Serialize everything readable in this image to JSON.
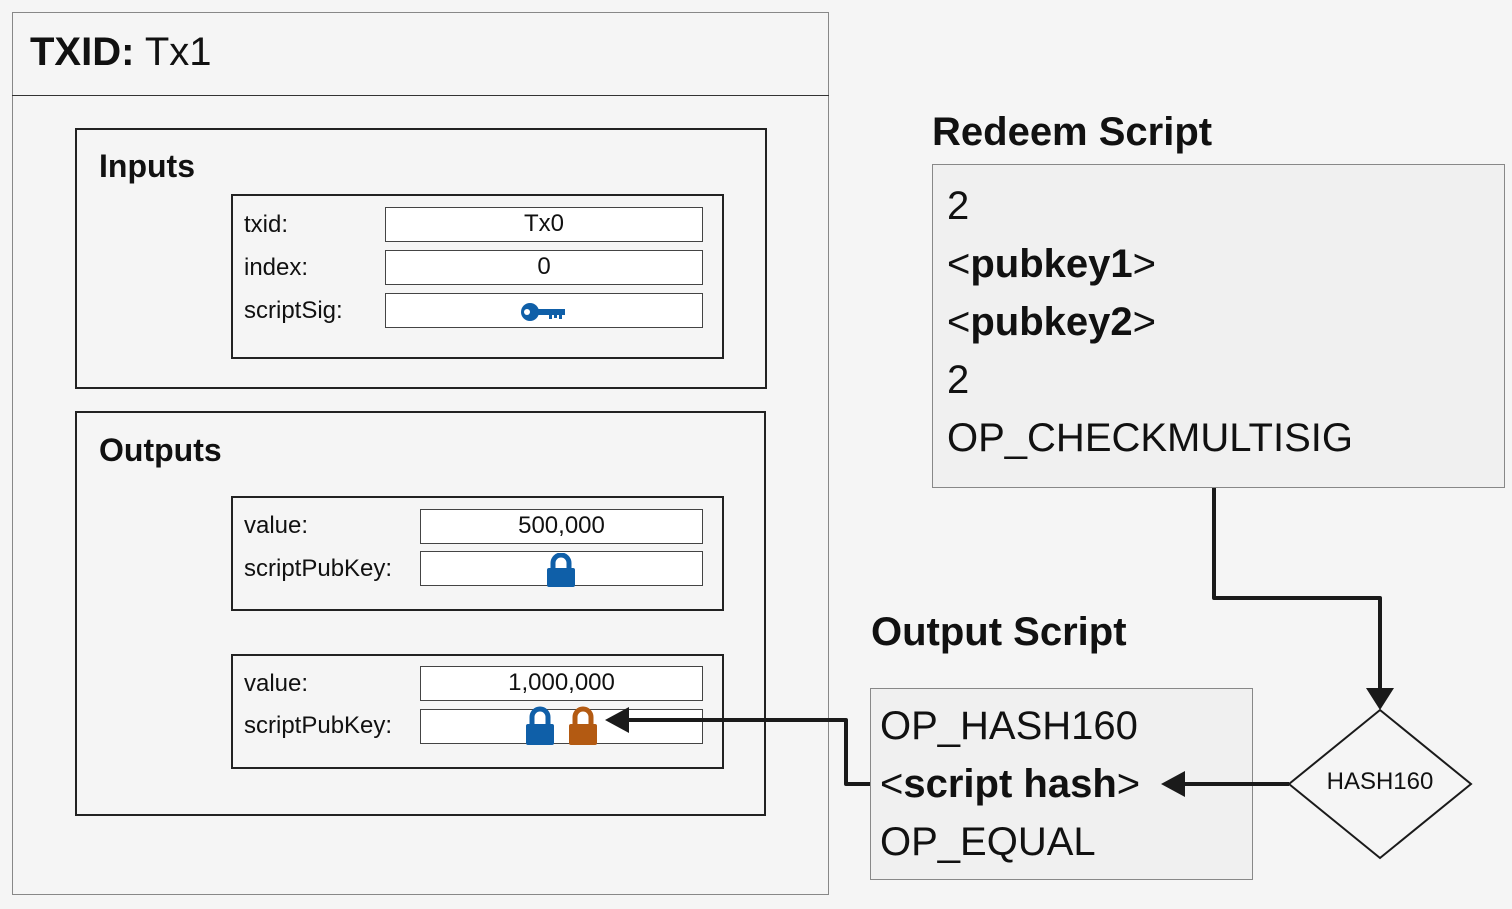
{
  "tx": {
    "txid_label": "TXID:",
    "txid_value": "Tx1"
  },
  "inputs": {
    "title": "Inputs",
    "txid_label": "txid:",
    "txid_value": "Tx0",
    "index_label": "index:",
    "index_value": "0",
    "scriptsig_label": "scriptSig:",
    "scriptsig_icon": "key-icon"
  },
  "outputs": {
    "title": "Outputs",
    "items": [
      {
        "value_label": "value:",
        "value": "500,000",
        "scriptpubkey_label": "scriptPubKey:",
        "icons": [
          "lock-icon"
        ]
      },
      {
        "value_label": "value:",
        "value": "1,000,000",
        "scriptpubkey_label": "scriptPubKey:",
        "icons": [
          "lock-icon",
          "lock-icon"
        ]
      }
    ]
  },
  "redeem_script": {
    "title": "Redeem Script",
    "lines": [
      {
        "pre": "",
        "bold": "",
        "post": "2"
      },
      {
        "pre": "<",
        "bold": "pubkey1",
        "post": ">"
      },
      {
        "pre": "<",
        "bold": "pubkey2",
        "post": ">"
      },
      {
        "pre": "",
        "bold": "",
        "post": "2"
      },
      {
        "pre": "",
        "bold": "",
        "post": "OP_CHECKMULTISIG"
      }
    ]
  },
  "output_script": {
    "title": "Output Script",
    "lines": [
      {
        "pre": "",
        "bold": "",
        "post": "OP_HASH160"
      },
      {
        "pre": "<",
        "bold": "script hash",
        "post": ">"
      },
      {
        "pre": "",
        "bold": "",
        "post": "OP_EQUAL"
      }
    ]
  },
  "hash_node": {
    "label": "HASH160"
  },
  "colors": {
    "blue": "#0f5fa8",
    "orange": "#b35a12",
    "line": "#1a1a1a"
  }
}
